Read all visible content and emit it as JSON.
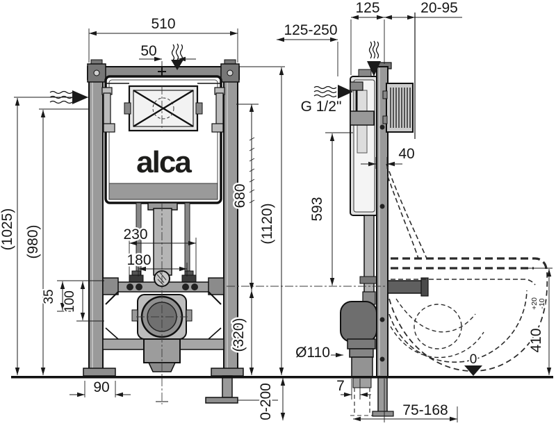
{
  "logo": {
    "text": "alca"
  },
  "colors": {
    "line": "#1a1a1a",
    "fill_light": "#e8e8e8",
    "fill_mid": "#9a9a9a",
    "fill_dark": "#5f5f5f",
    "background": "#ffffff"
  },
  "dimensions": {
    "front": {
      "width_total": "510",
      "supply_offset": "50",
      "height_supply": "(1025)",
      "height_980": "(980)",
      "height_680": "680",
      "height_total": "(1120)",
      "height_320": "(320)",
      "bolt_spacing_230": "230",
      "bolt_spacing_180": "180",
      "offset_35": "35",
      "offset_100": "100",
      "foot_width": "90",
      "leg_adjust": "0-200"
    },
    "side": {
      "depth_range": "125-250",
      "frame_depth": "125",
      "wall_distance": "20-95",
      "water_thread": "G 1/2\"",
      "profile_depth": "40",
      "height_593": "593",
      "drain_diameter": "Ø110",
      "offset_7": "7",
      "outlet_range": "75-168",
      "bowl_height": "410",
      "bowl_height_tol_plus": "+20",
      "bowl_height_tol_minus": "-10",
      "floor_level": "0"
    }
  }
}
